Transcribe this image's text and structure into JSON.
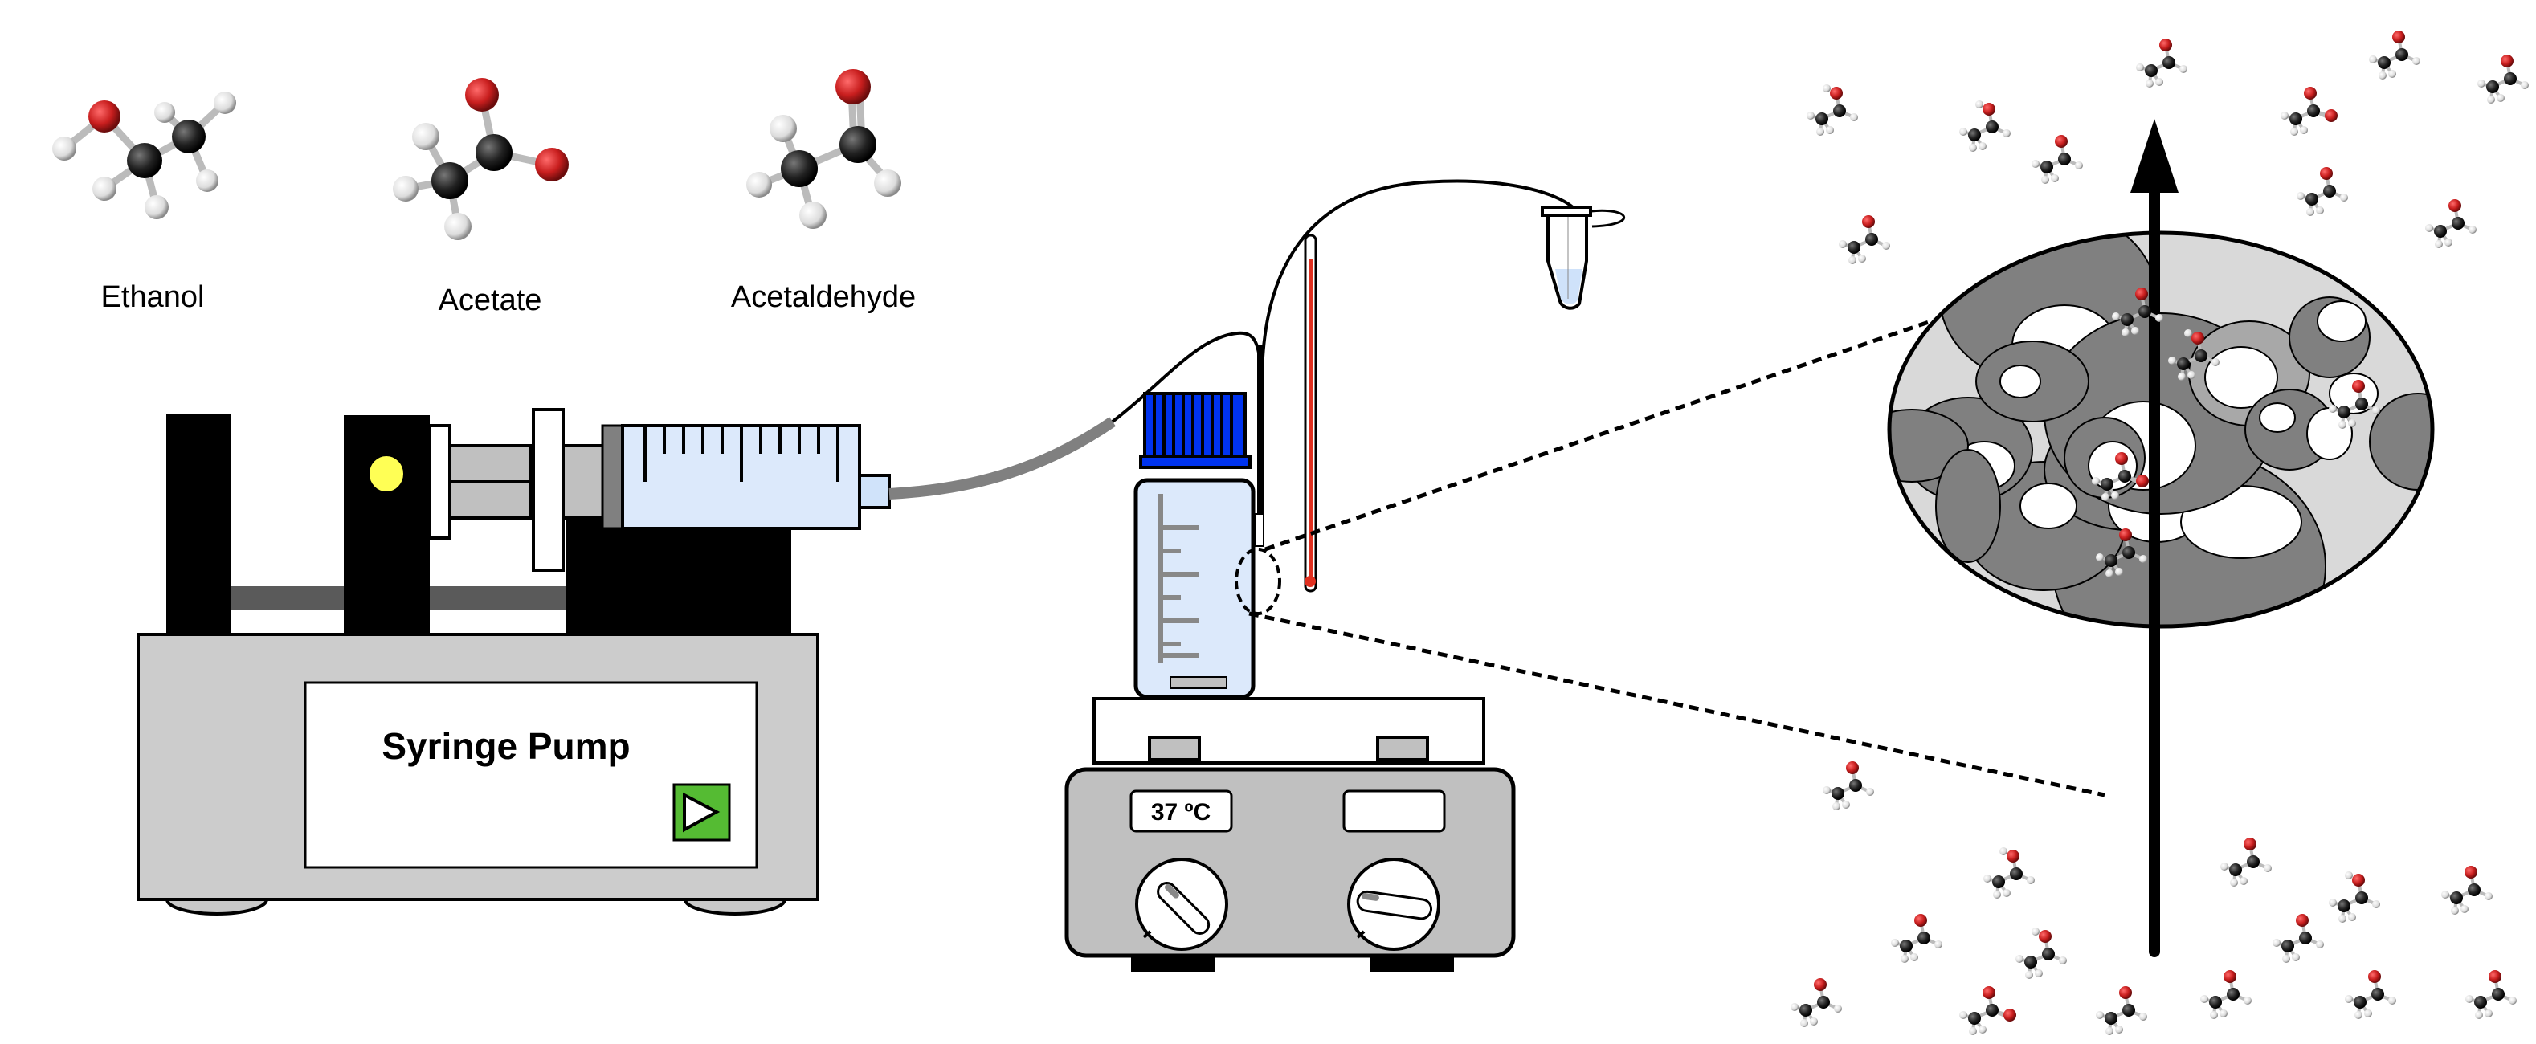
{
  "molecules": [
    {
      "name": "Ethanol"
    },
    {
      "name": "Acetate"
    },
    {
      "name": "Acetaldehyde"
    }
  ],
  "syringe_pump": {
    "label": "Syringe Pump",
    "start_icon": "play-icon",
    "indicator_color": "#ffff55",
    "button_color": "#55bb33"
  },
  "hotplate": {
    "temperature_display": "37 ºC",
    "stir_display": ""
  },
  "reactor": {
    "cap_color": "#0033ee",
    "liquid_color": "#dce9fb",
    "thermometer_color": "#e03020"
  },
  "collection_tube": {
    "liquid_color": "#cfe2fa"
  },
  "magnified_view": {
    "description": "Porous matrix zoom with molecules in pores",
    "arrow": "up-arrow-icon"
  },
  "colors": {
    "oxygen": "#c81e1e",
    "carbon": "#222222",
    "hydrogen": "#f0f0f0",
    "tubing": "#808080",
    "pump_body": "#cccccc",
    "syringe_barrel": "#dce9fb"
  }
}
